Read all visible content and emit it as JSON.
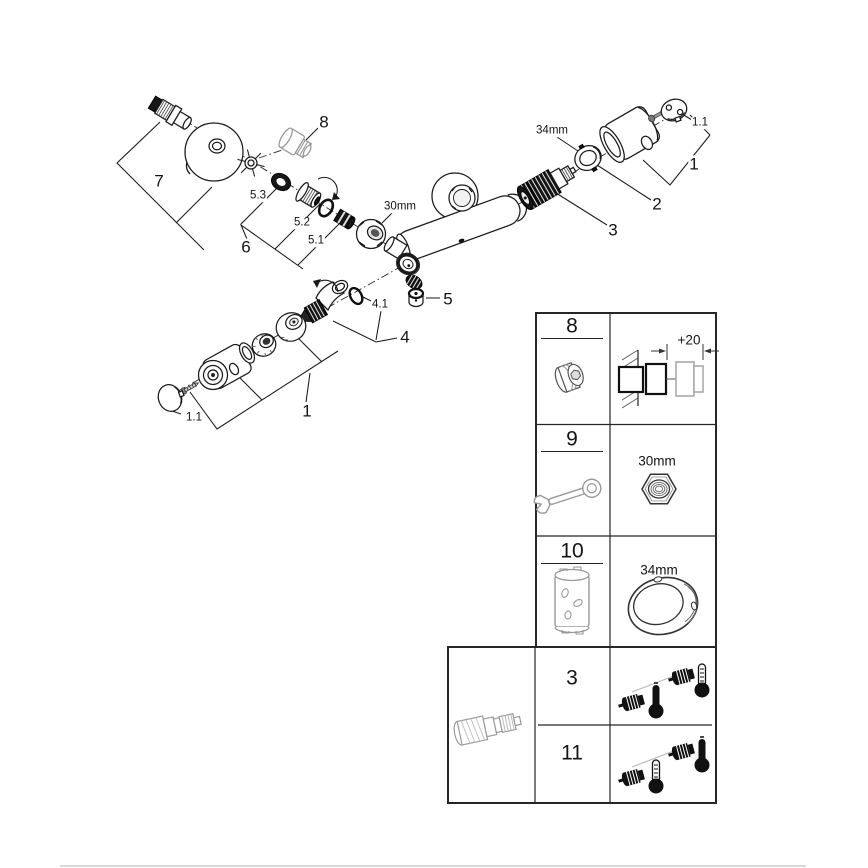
{
  "labels": {
    "l7": "7",
    "l8": "8",
    "l5_3": "5.3",
    "l5_2": "5.2",
    "l5_1": "5.1",
    "l6": "6",
    "l30mm": "30mm",
    "l34mm": "34mm",
    "l1_1_top": "1.1",
    "l1_right": "1",
    "l2": "2",
    "l3": "3",
    "l5": "5",
    "l4_1": "4.1",
    "l4": "4",
    "l1_bottom": "1",
    "l1_1_bottom": "1.1"
  },
  "table": {
    "r8": "8",
    "r9": "9",
    "r10": "10",
    "r3": "3",
    "r11": "11",
    "plus20": "+20",
    "d30": "30mm",
    "d34": "34mm"
  },
  "icons": {
    "hex-extension-icon": "stepped cylinder with hex socket",
    "wall-mount-extension-icon": "wall hatching with extension piece",
    "open-end-wrench-icon": "combination spanner",
    "union-nut-30mm-icon": "knurled hex union nut",
    "cartridge-socket-tool-icon": "castellated socket sleeve",
    "lock-ring-34mm-icon": "threaded lock ring",
    "thermostatic-cartridge-icon": "knurled cartridge with threaded tip",
    "thermometer-filled-icon": "solid thermometer",
    "thermometer-scale-icon": "thermometer with scale marks"
  }
}
